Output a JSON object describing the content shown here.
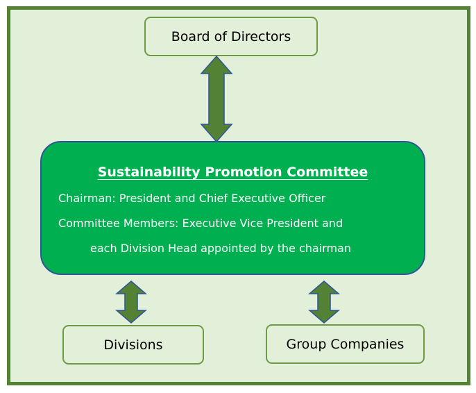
{
  "board_label": "Board of Directors",
  "committee": {
    "title": "Sustainability Promotion Committee",
    "chairman_line": "Chairman: President and Chief Executive Officer",
    "members_line1": "Committee Members: Executive Vice President and",
    "members_line2": "each Division Head appointed by the chairman"
  },
  "divisions_label": "Divisions",
  "group_label": "Group Companies",
  "colors": {
    "background": "#e2efd9",
    "frame_border": "#548235",
    "committee_fill": "#00b050",
    "committee_border": "#2f5597",
    "arrow_fill": "#548235",
    "arrow_outline": "#2f5597"
  }
}
